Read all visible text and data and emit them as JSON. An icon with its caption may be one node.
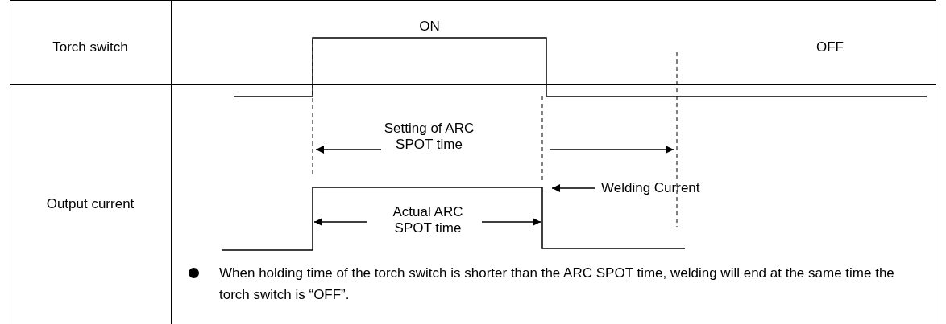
{
  "diagram": {
    "labels": [
      "Torch switch",
      "ON",
      "OFF",
      "Setting of ARC SPOT time",
      "Output current",
      "Actual ARC SPOT time",
      "When holding time of the torch switch is shorter than the ARC SPOT time, welding will end at the same time the torch switch is “OFF”.",
      "Welding Current"
    ]
  }
}
